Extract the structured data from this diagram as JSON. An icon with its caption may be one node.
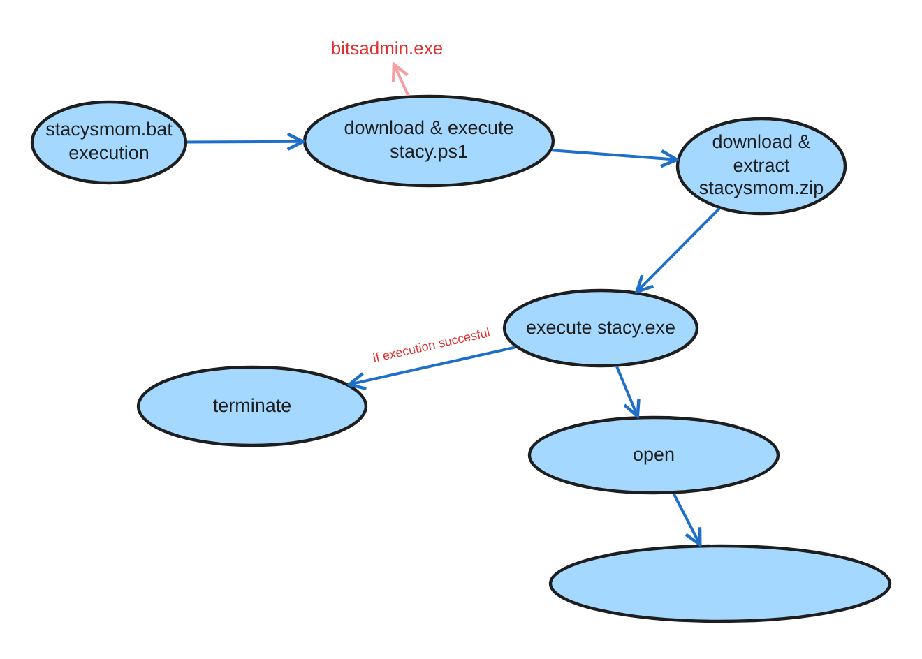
{
  "diagram": {
    "nodes": [
      {
        "text": [
          "stacysmom.bat execution"
        ]
      },
      {
        "text": [
          "download & execute stacy.ps1"
        ]
      },
      {
        "text": [
          "bitsadmin.exe"
        ]
      },
      {
        "text": [
          "download & extract stacysmom.zip"
        ]
      },
      {
        "text": [
          "execute stacy.exe"
        ]
      },
      {
        "text": [
          "terminate"
        ]
      },
      {
        "text": [
          "open"
        ]
      },
      {
        "text": [],
        "shape": "ellipse"
      }
    ],
    "edges": [
      {
        "from": 0,
        "to": 1,
        "arrow": "to"
      },
      {
        "from": 1,
        "to": 2,
        "arrow": "to",
        "color": "#f4a0a4"
      },
      {
        "from": 1,
        "to": 3,
        "arrow": "to"
      },
      {
        "from": 3,
        "to": 4,
        "arrow": "to"
      },
      {
        "from": 4,
        "to": 5,
        "arrow": "to",
        "label": "if execution succesful"
      },
      {
        "from": 4,
        "to": 6,
        "arrow": "to"
      },
      {
        "from": 6,
        "to": 7,
        "arrow": "to"
      }
    ]
  }
}
